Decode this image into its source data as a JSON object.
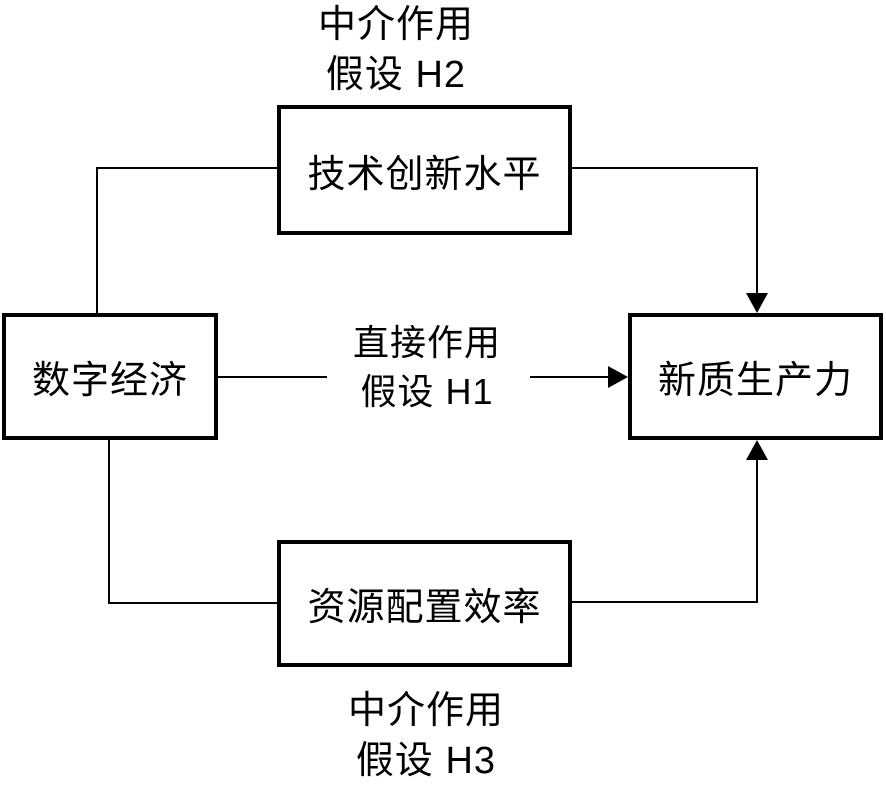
{
  "diagram": {
    "nodes": {
      "independent": {
        "label": "数字经济"
      },
      "mediator_top": {
        "label": "技术创新水平"
      },
      "mediator_bottom": {
        "label": "资源配置效率"
      },
      "dependent": {
        "label": "新质生产力"
      }
    },
    "labels": {
      "top_mediation": {
        "line1": "中介作用",
        "line2": "假设 H2"
      },
      "direct_effect": {
        "line1": "直接作用",
        "line2": "假设 H1"
      },
      "bottom_mediation": {
        "line1": "中介作用",
        "line2": "假设 H3"
      }
    },
    "colors": {
      "line": "#000000",
      "text": "#000000",
      "background": "#ffffff"
    }
  }
}
